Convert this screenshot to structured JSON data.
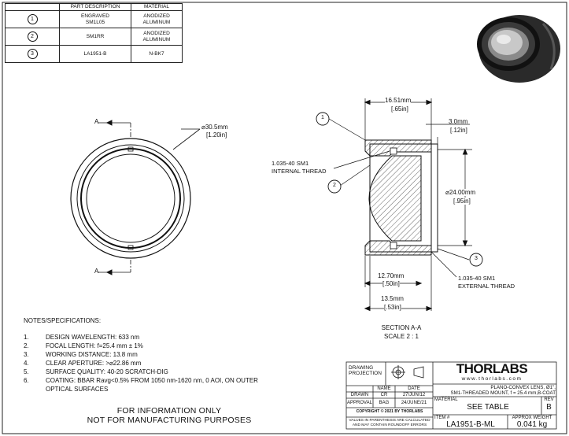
{
  "parts_table": {
    "headers": [
      "PART DESCRIPTION",
      "MATERIAL"
    ],
    "rows": [
      {
        "item": "1",
        "description": "ENGRAVED\nSM1L05",
        "material": "ANODIZED\nALUMINUM"
      },
      {
        "item": "2",
        "description": "SM1RR",
        "material": "ANODIZED\nALUMINUM"
      },
      {
        "item": "3",
        "description": "LA1951-B",
        "material": "N-BK7"
      }
    ]
  },
  "front_view": {
    "section_marker": "A",
    "diameter_label": "⌀30.5mm",
    "diameter_inch": "[1.20in]"
  },
  "section_view": {
    "callout_1": "1",
    "callout_2": "2",
    "callout_3": "3",
    "dim_top": "16.51mm",
    "dim_top_inch": "[.65in]",
    "dim_right_top": "3.0mm",
    "dim_right_top_inch": "[.12in]",
    "dim_diameter": "⌀24.00mm",
    "dim_diameter_inch": "[.95in]",
    "internal_thread": [
      "1.035-40 SM1",
      "INTERNAL THREAD"
    ],
    "external_thread": [
      "1.035-40 SM1",
      "EXTERNAL THREAD"
    ],
    "dim_bottom1": "12.70mm",
    "dim_bottom1_inch": "[.50in]",
    "dim_bottom2": "13.5mm",
    "dim_bottom2_inch": "[.53in]",
    "section_title": "SECTION A-A",
    "scale": "SCALE 2 : 1"
  },
  "notes": {
    "title": "NOTES/SPECIFICATIONS:",
    "items": [
      {
        "num": "1.",
        "text": "DESIGN WAVELENGTH: 633 nm"
      },
      {
        "num": "2.",
        "text": "FOCAL LENGTH: f=25.4 mm ± 1%"
      },
      {
        "num": "3.",
        "text": "WORKING DISTANCE: 13.8 mm"
      },
      {
        "num": "4.",
        "text": "CLEAR APERTURE: >⌀22.86 mm"
      },
      {
        "num": "5.",
        "text": "SURFACE QUALITY: 40-20 SCRATCH-DIG"
      },
      {
        "num": "6.",
        "text": "COATING: BBAR Ravg<0.5% FROM 1050 nm-1620 nm,   0 AOI, ON OUTER"
      },
      {
        "num": "",
        "text": "OPTICAL SURFACES"
      }
    ]
  },
  "disclaimer": [
    "FOR INFORMATION ONLY",
    "NOT FOR MANUFACTURING PURPOSES"
  ],
  "title_block": {
    "drawing_projection": [
      "DRAWING",
      "PROJECTION"
    ],
    "col_name": "NAME",
    "col_date": "DATE",
    "drawn_label": "DRAWN",
    "drawn_name": "CR",
    "drawn_date": "27/JUN/12",
    "approval_label": "APPROVAL",
    "approval_name": "BAG",
    "approval_date": "24/JUNE/21",
    "copyright": "COPYRIGHT © 2021 BY THORLABS",
    "tolerance_note": [
      "VALUES IN PARENTHESIS ARE CALCULATED",
      "AND MAY CONTAIN ROUNDOFF ERRORS"
    ],
    "logo": "THORLABS",
    "website": "www.thorlabs.com",
    "description": [
      "PLANO-CONVEX LENS, Ø1\",",
      "SM1-THREADED MOUNT, f = 25.4 mm,B-COAT"
    ],
    "material_label": "MATERIAL",
    "material_value": "SEE TABLE",
    "rev_label": "REV",
    "rev_value": "B",
    "item_label": "ITEM #",
    "item_value": "LA1951-B-ML",
    "weight_label": "APPROX WEIGHT",
    "weight_value": "0.041 kg"
  }
}
